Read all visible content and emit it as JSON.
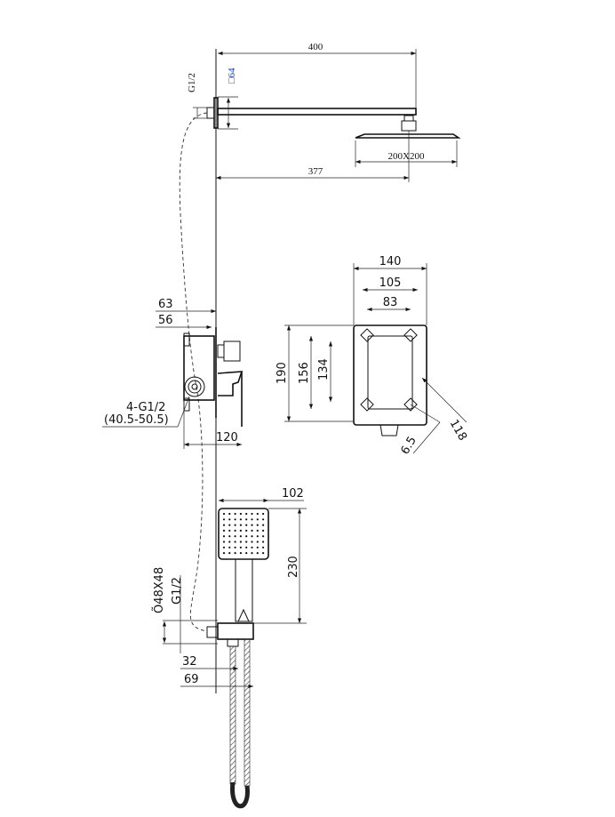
{
  "shower_arm": {
    "length": "400",
    "projection": "377",
    "head_size": "200X200",
    "flange": "□64",
    "thread": "G1/2"
  },
  "valve": {
    "dim_63": "63",
    "dim_56": "56",
    "ports": "4-G1/2",
    "depth_range": "(40.5-50.5)",
    "dim_120": "120"
  },
  "plate": {
    "width_140": "140",
    "width_105": "105",
    "width_83": "83",
    "height_190": "190",
    "height_156": "156",
    "height_134": "134",
    "diag_118": "118",
    "hole_6_5": "6.5"
  },
  "hand_shower": {
    "width": "102",
    "length": "230",
    "outlet_size": "Õ48X48",
    "thread": "G1/2",
    "dim_32": "32",
    "dim_69": "69"
  }
}
